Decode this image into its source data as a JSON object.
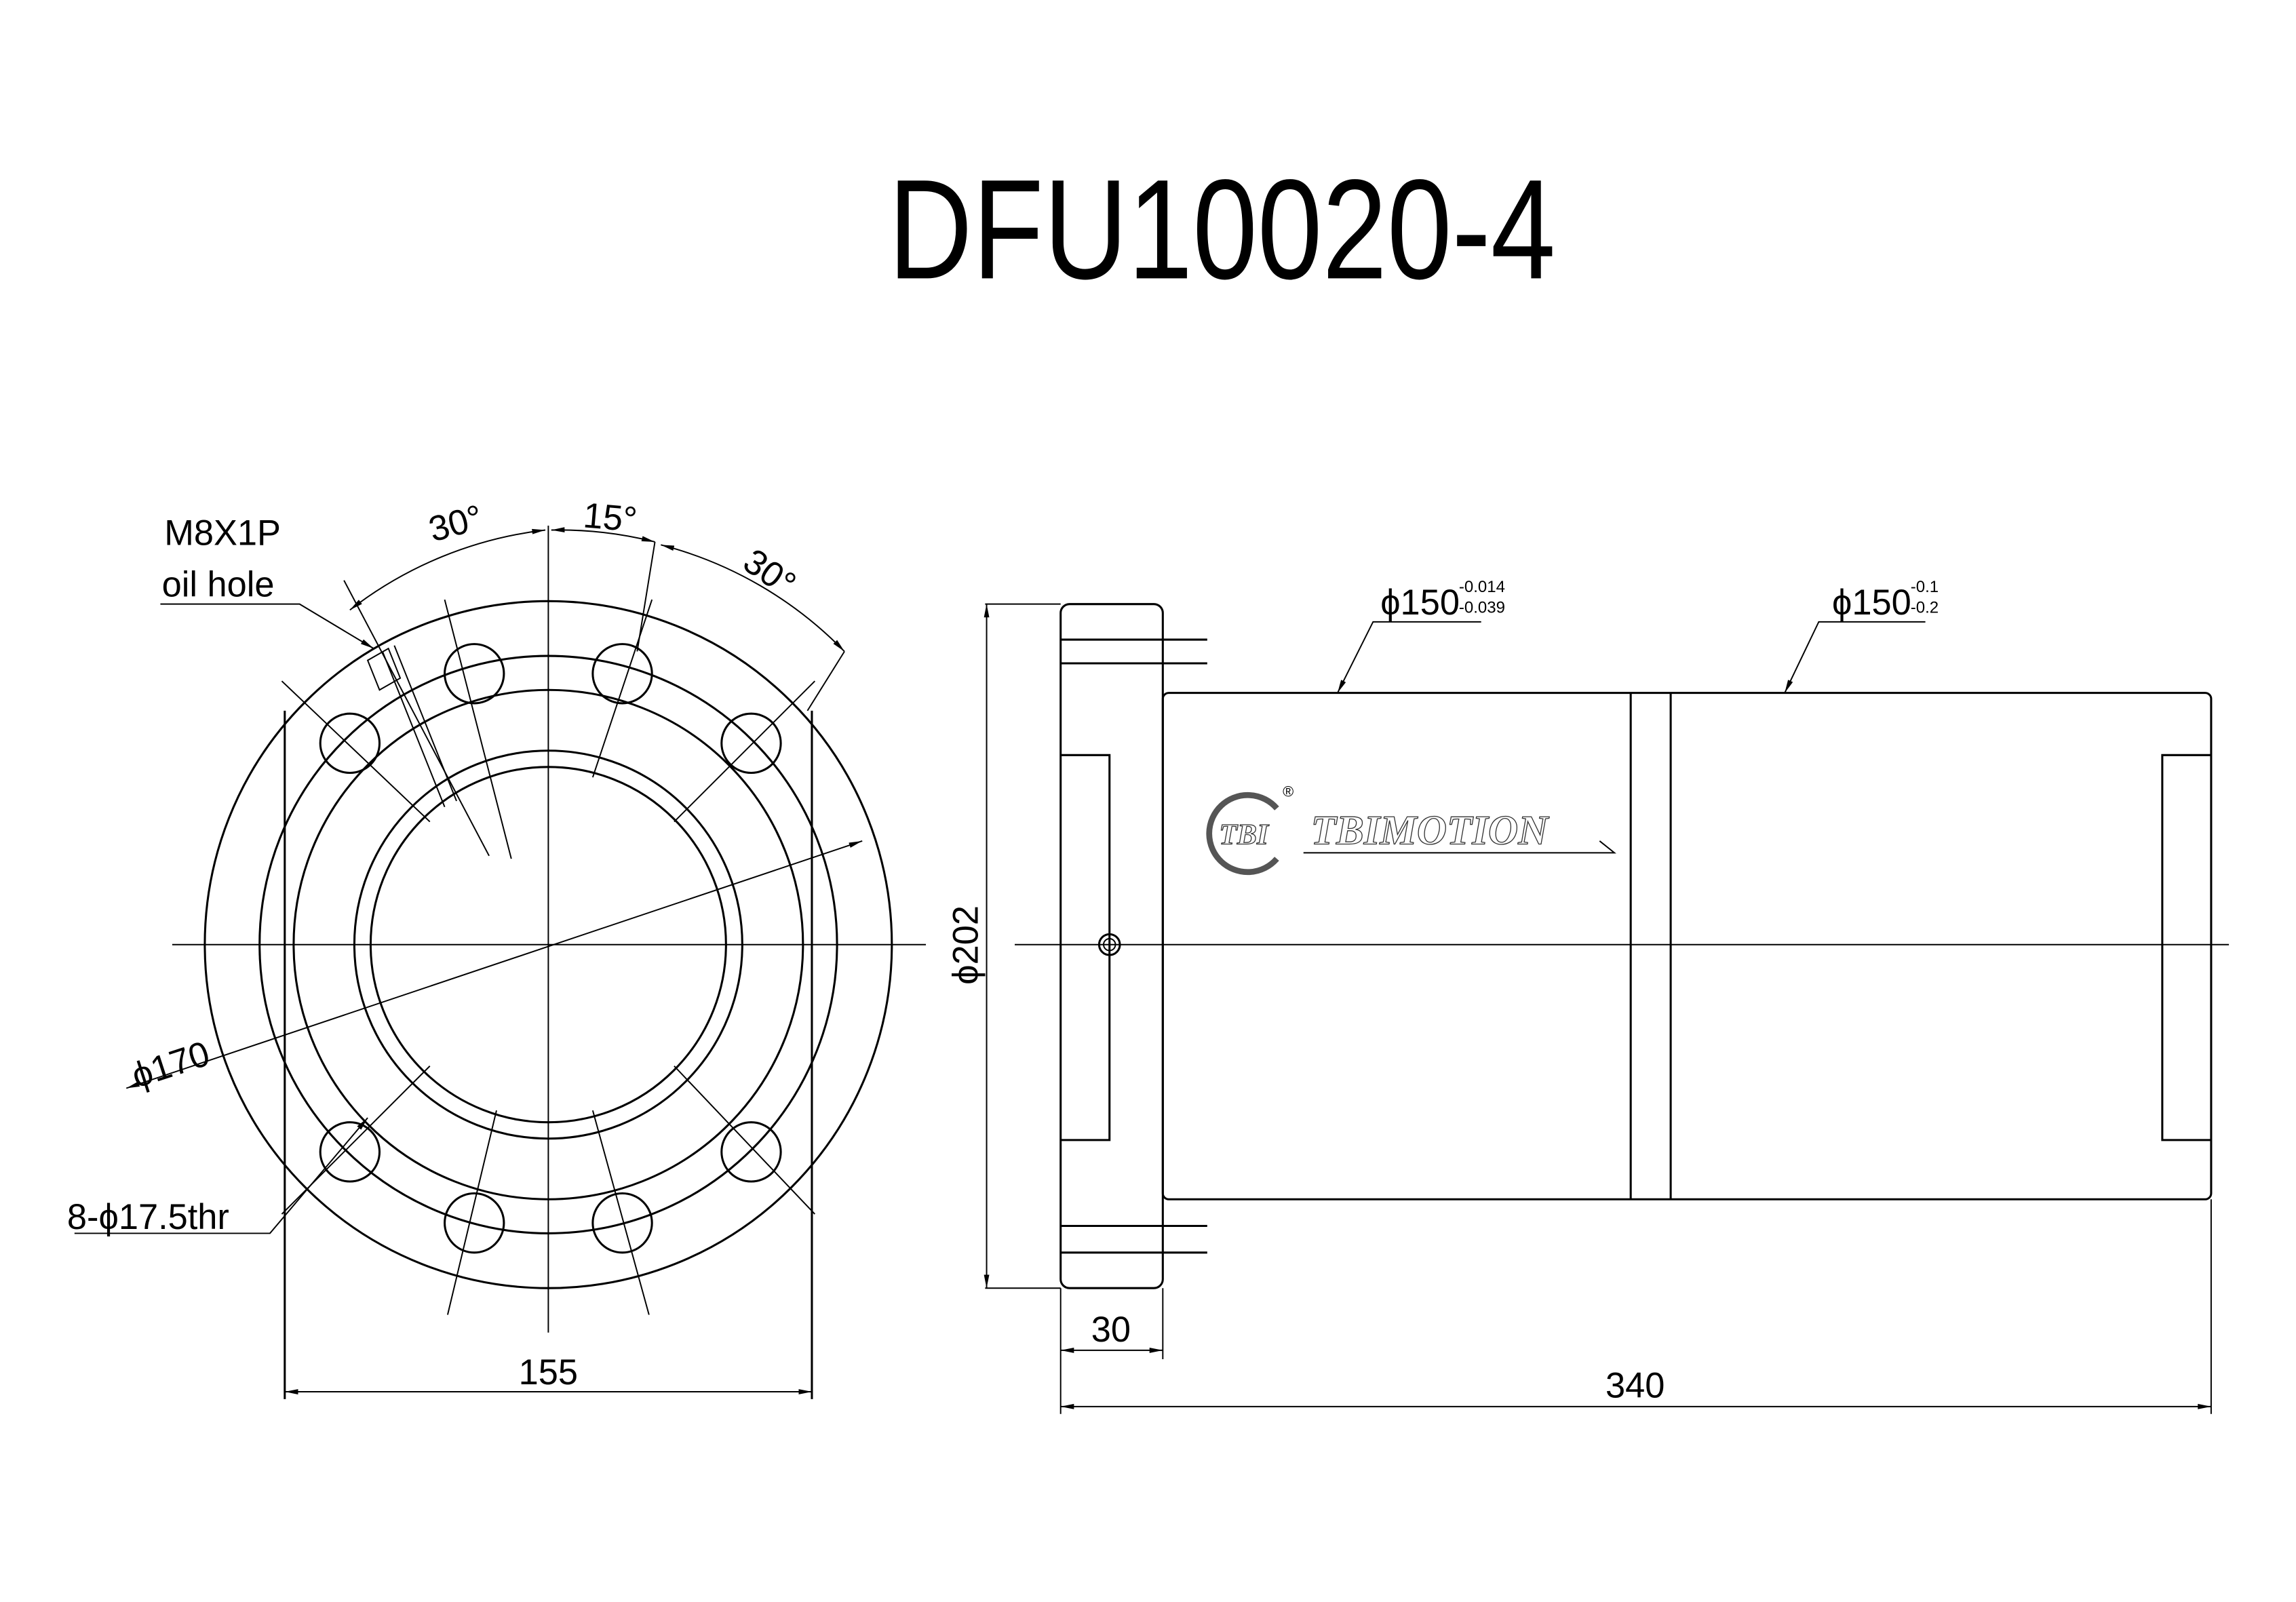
{
  "title": "DFU10020-4",
  "front_view": {
    "thread_label": "M8X1P",
    "oil_hole_label": "oil hole",
    "angle_left": "30°",
    "angle_mid": "15°",
    "angle_right": "30°",
    "pitch_diameter": "ϕ170",
    "holes": "8-ϕ17.5thr",
    "flat_width": "155"
  },
  "side_view": {
    "flange_diameter": "ϕ202",
    "fit_diameter": {
      "base": "ϕ150",
      "upper": "-0.014",
      "lower": "-0.039"
    },
    "body_diameter": {
      "base": "ϕ150",
      "upper": "-0.1",
      "lower": "-0.2"
    },
    "flange_thickness": "30",
    "total_length": "340"
  },
  "logo": {
    "mark": "TBI",
    "brand": "TBIMOTION",
    "registered": "®"
  }
}
